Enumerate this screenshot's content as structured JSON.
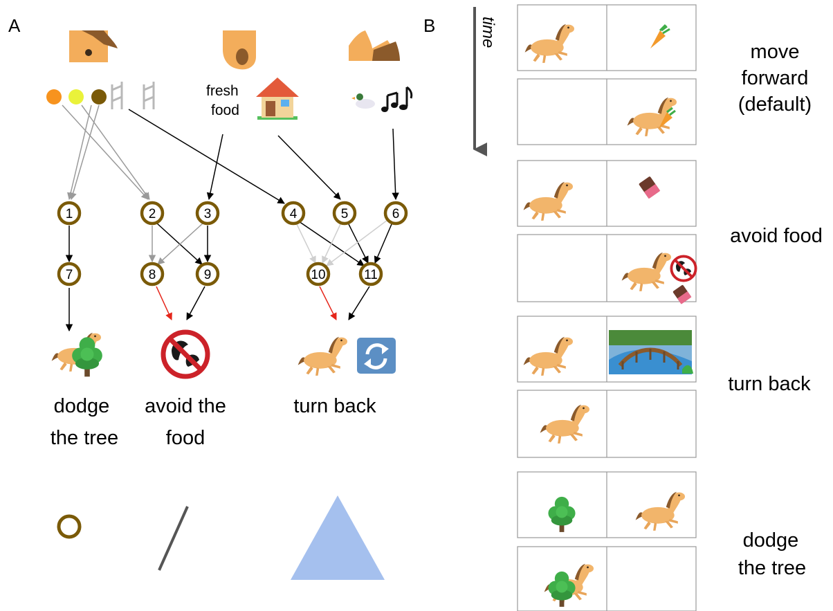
{
  "panel_a": {
    "label": "A",
    "input_text": {
      "line1": "fresh",
      "line2": "food"
    },
    "nodes": [
      "1",
      "2",
      "3",
      "4",
      "5",
      "6",
      "7",
      "8",
      "9",
      "10",
      "11"
    ],
    "outputs": [
      {
        "line1": "dodge",
        "line2": "the tree"
      },
      {
        "line1": "avoid the",
        "line2": "food"
      },
      {
        "line1": "turn back",
        "line2": ""
      }
    ],
    "color_dots": [
      "#f7931e",
      "#eaf23a",
      "#7a5a08"
    ],
    "edge_colors": {
      "black": "#000000",
      "gray": "#9a9a9a",
      "red": "#e5261b",
      "light": "#cfcfcf"
    },
    "legend_colors": {
      "node": "#7a5a08",
      "line": "#555555",
      "triangle": "#a5c0ee"
    }
  },
  "panel_b": {
    "label": "B",
    "time_label": "time",
    "rows": [
      {
        "line1": "move",
        "line2": "forward",
        "line3": "(default)"
      },
      {
        "line1": "avoid food"
      },
      {
        "line1": "turn back"
      },
      {
        "line1": "dodge",
        "line2": "the tree"
      }
    ]
  }
}
